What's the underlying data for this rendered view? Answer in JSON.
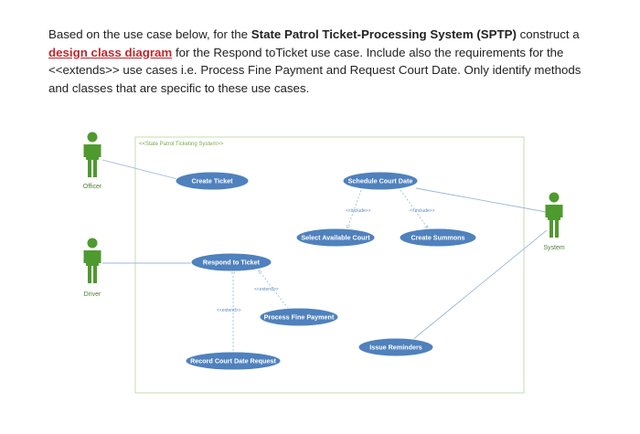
{
  "question": {
    "p1": "Based on the use case below, for the ",
    "system_name": "State Patrol Ticket-Processing System (SPTP)",
    "p2": " construct a ",
    "link_text": "design class diagram",
    "p3": " for the Respond toTicket use case. Include also the requirements for the <<extends>> use cases i.e. Process Fine Payment and Request Court Date. Only identify methods and classes that are specific to these use cases."
  },
  "diagram": {
    "system_boundary_label": "<<State Patrol Ticketing System>>",
    "actors": {
      "officer": "Officer",
      "driver": "Driver",
      "system": "System"
    },
    "use_cases": {
      "create_ticket": "Create Ticket",
      "schedule_court_date": "Schedule Court Date",
      "select_available_court": "Select Available Court",
      "create_summons": "Create Summons",
      "respond_to_ticket": "Respond to Ticket",
      "process_fine_payment": "Process Fine Payment",
      "record_court_date_request": "Record Court Date Request",
      "issue_reminders": "Issue Reminders"
    },
    "relations": {
      "include_1": "<<include>>",
      "include_2": "<<include>>",
      "extend_1": "<<extend>>",
      "extend_2": "<<extend>>"
    },
    "colors": {
      "use_case_fill": "#4f81bd",
      "actor_color": "#4e9a2e",
      "boundary_color": "#c6dcae",
      "association_line": "#9cb8d8"
    }
  }
}
